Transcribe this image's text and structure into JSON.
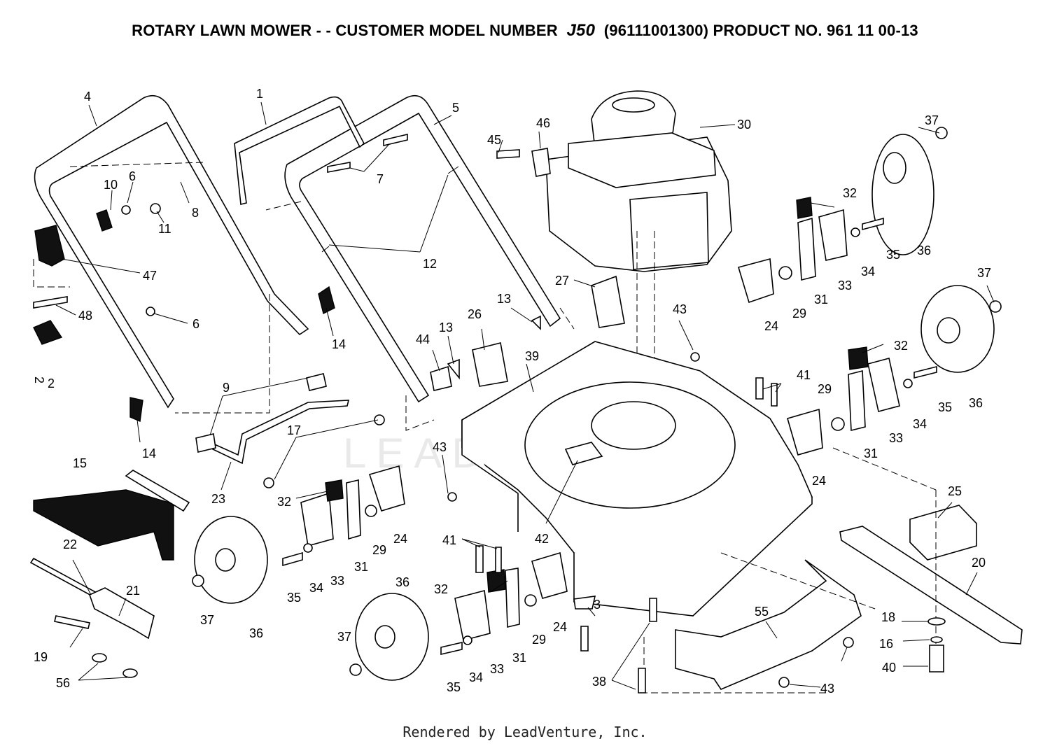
{
  "title": {
    "prefix": "ROTARY LAWN MOWER - - CUSTOMER MODEL NUMBER",
    "model": "J50",
    "suffix": "(96111001300) PRODUCT NO. 961 11 00-13"
  },
  "watermark": "LEADVENTURE",
  "footer": "Rendered by LeadVenture, Inc.",
  "callouts": {
    "c1": "1",
    "c2": "2",
    "c2b": "2",
    "c3": "3",
    "c4": "4",
    "c5": "5",
    "c6a": "6",
    "c6b": "6",
    "c7": "7",
    "c8": "8",
    "c9": "9",
    "c10": "10",
    "c11": "11",
    "c12": "12",
    "c13a": "13",
    "c13b": "13",
    "c14a": "14",
    "c14b": "14",
    "c15": "15",
    "c16": "16",
    "c17": "17",
    "c18": "18",
    "c19": "19",
    "c20": "20",
    "c21": "21",
    "c22": "22",
    "c23": "23",
    "c24a": "24",
    "c24b": "24",
    "c24c": "24",
    "c24d": "24",
    "c25": "25",
    "c26": "26",
    "c27": "27",
    "c29a": "29",
    "c29b": "29",
    "c29c": "29",
    "c29d": "29",
    "c30": "30",
    "c31a": "31",
    "c31b": "31",
    "c31c": "31",
    "c31d": "31",
    "c32a": "32",
    "c32b": "32",
    "c32c": "32",
    "c32d": "32",
    "c33a": "33",
    "c33b": "33",
    "c33c": "33",
    "c33d": "33",
    "c34a": "34",
    "c34b": "34",
    "c34c": "34",
    "c34d": "34",
    "c35a": "35",
    "c35b": "35",
    "c35c": "35",
    "c35d": "35",
    "c36a": "36",
    "c36b": "36",
    "c36c": "36",
    "c36d": "36",
    "c37a": "37",
    "c37b": "37",
    "c37c": "37",
    "c37d": "37",
    "c38": "38",
    "c39": "39",
    "c40": "40",
    "c41a": "41",
    "c41b": "41",
    "c42": "42",
    "c43a": "43",
    "c43b": "43",
    "c43c": "43",
    "c44": "44",
    "c45": "45",
    "c46": "46",
    "c47": "47",
    "c48": "48",
    "c55": "55",
    "c56": "56"
  }
}
